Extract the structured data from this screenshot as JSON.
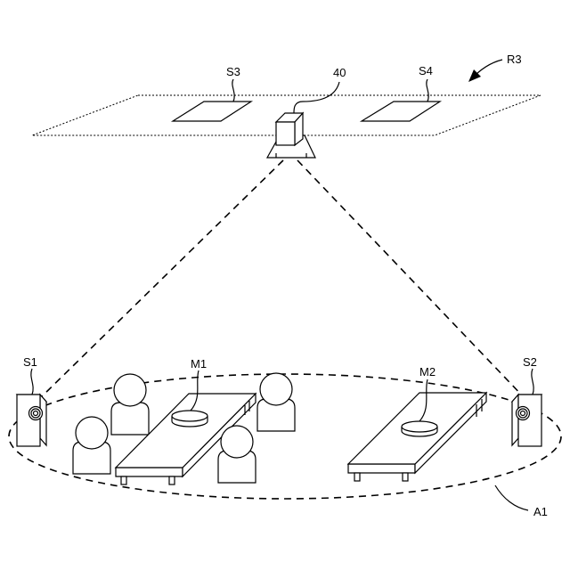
{
  "labels": {
    "ceiling_region": "R3",
    "device": "40",
    "speaker_s1": "S1",
    "speaker_s2": "S2",
    "speaker_s3": "S3",
    "speaker_s4": "S4",
    "mic_m1": "M1",
    "mic_m2": "M2",
    "area": "A1"
  }
}
